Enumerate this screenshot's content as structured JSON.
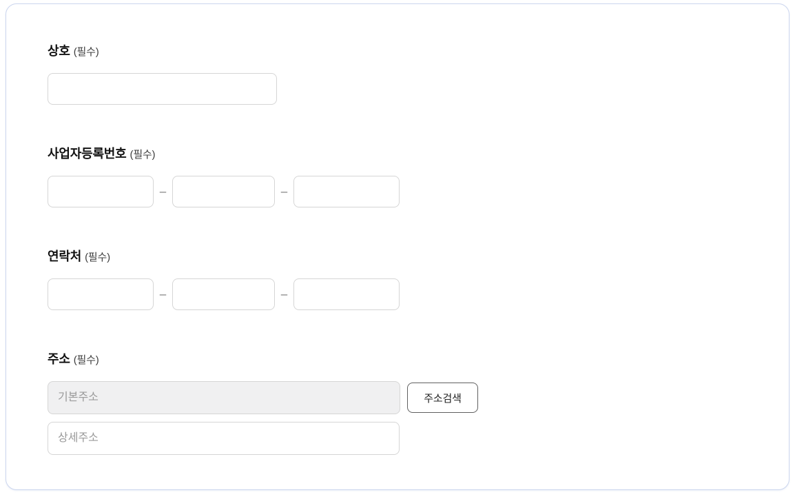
{
  "card": {
    "border_color": "#ccd6ee"
  },
  "fields": {
    "business_name": {
      "label": "상호",
      "required": "(필수)",
      "value": "",
      "placeholder": ""
    },
    "business_reg_no": {
      "label": "사업자등록번호",
      "required": "(필수)",
      "separator": "–",
      "parts": [
        {
          "value": ""
        },
        {
          "value": ""
        },
        {
          "value": ""
        }
      ]
    },
    "contact": {
      "label": "연락처",
      "required": "(필수)",
      "separator": "–",
      "parts": [
        {
          "value": ""
        },
        {
          "value": ""
        },
        {
          "value": ""
        }
      ]
    },
    "address": {
      "label": "주소",
      "required": "(필수)",
      "base": {
        "placeholder": "기본주소",
        "value": ""
      },
      "detail": {
        "placeholder": "상세주소",
        "value": ""
      },
      "search_button_label": "주소검색"
    }
  }
}
